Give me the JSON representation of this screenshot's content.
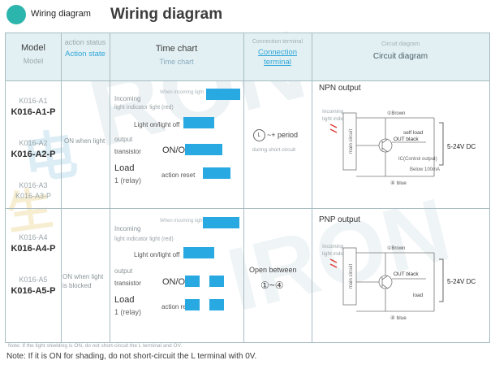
{
  "page": {
    "small_title": "Wiring diagram",
    "title": "Wiring diagram"
  },
  "watermark": {
    "w1": "RON",
    "w2": "IRON",
    "w3": "电",
    "w4": "生"
  },
  "header": {
    "model": "Model",
    "model_sub": "Model",
    "action": "action status",
    "action_sub": "Action state",
    "time": "Time chart",
    "time_sub": "Time chart",
    "conn": "Connection terminal",
    "conn_sub": "Connection terminal",
    "circuit": "Circuit diagram",
    "circuit_sub": "Circuit diagram"
  },
  "row1": {
    "models": [
      "K016-A1",
      "K016-A1-P",
      "K016-A2",
      "K016-A2-P",
      "K016-A3",
      "K016-A3-P"
    ],
    "action": "ON when light",
    "chart": {
      "tiny": "When incoming light",
      "incoming": "Incoming",
      "indicator": "light indicator light (red)",
      "light_on": "Light on/light off",
      "output": "output",
      "transistor": "transistor",
      "onoff": "ON/OFF",
      "load": "Load",
      "relay": "1 (relay)",
      "reset": "action reset"
    },
    "conn": {
      "icon": "L",
      "main": "~+ period",
      "sub": "during short circuit"
    },
    "circuit": {
      "title": "NPN output",
      "incoming": "Incoming",
      "indicator": "light indicator",
      "box": "main circuit",
      "brown": "①Brown",
      "self_load": "self load",
      "out": "OUT black",
      "control": "IC(Control output)",
      "below": "Below 100mA",
      "blue": "④ blue",
      "volt": "5-24V DC"
    }
  },
  "row2": {
    "models": [
      "K016-A4",
      "K016-A4-P",
      "K016-A5",
      "K016-A5-P"
    ],
    "action": "ON when light is blocked",
    "chart": {
      "tiny": "When incoming light",
      "incoming": "Incoming",
      "indicator": "light indicator light (red)",
      "light_on": "Light on/light off",
      "output": "output",
      "transistor": "transistor",
      "onoff": "ON/OFF",
      "load": "Load",
      "relay": "1 (relay)",
      "reset": "action reset"
    },
    "conn": {
      "main": "Open between",
      "sub": "①~④"
    },
    "circuit": {
      "title": "PNP output",
      "incoming": "Incoming",
      "indicator": "light indicator",
      "box": "main circuit",
      "brown": "①Brown",
      "load": "load",
      "out": "OUT black",
      "blue": "④ blue",
      "volt": "5-24V DC"
    }
  },
  "notes": {
    "small": "Note: If the light shielding is ON, do not short-circuit the L terminal and OV.",
    "large": "Note: If it is ON for shading, do not short-circuit the L terminal with 0V."
  }
}
